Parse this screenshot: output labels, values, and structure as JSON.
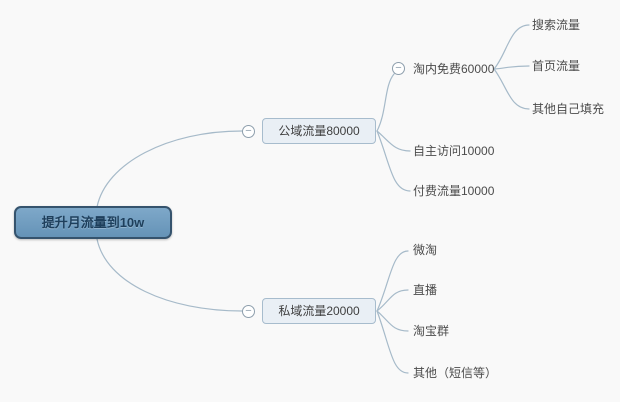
{
  "canvas": {
    "background_color": "#f9f9f9",
    "line_color": "#a6bac9",
    "root_fill_color": "#6f9dc0",
    "root_border_color": "#35536d",
    "root_text_color": "#1e3f5c",
    "branch_box_fill_color": "#e9eff5",
    "branch_box_border_color": "#a7bccd",
    "text_color": "#4c4c4c"
  },
  "icons": {
    "collapse_minus": "−"
  },
  "root": {
    "label": "提升月流量到10w"
  },
  "branches": [
    {
      "label": "公域流量80000",
      "children": [
        {
          "label": "淘内免费60000",
          "children": [
            "搜索流量",
            "首页流量",
            "其他自己填充"
          ]
        },
        {
          "label": "自主访问10000"
        },
        {
          "label": "付费流量10000"
        }
      ]
    },
    {
      "label": "私域流量20000",
      "children": [
        {
          "label": "微淘"
        },
        {
          "label": "直播"
        },
        {
          "label": "淘宝群"
        },
        {
          "label": "其他（短信等）"
        }
      ]
    }
  ]
}
